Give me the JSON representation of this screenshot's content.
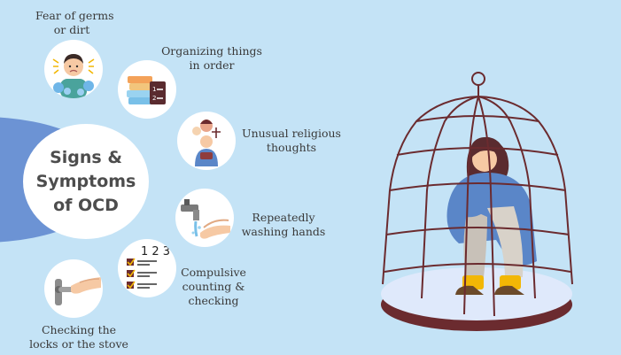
{
  "center": {
    "line1": "Signs &",
    "line2": "Symptoms",
    "line3": "of OCD"
  },
  "items": [
    {
      "icon": "germ-fear-icon",
      "line1": "Fear of germs",
      "line2": "or dirt"
    },
    {
      "icon": "stacked-books-icon",
      "line1": "Organizing things",
      "line2": "in order"
    },
    {
      "icon": "religious-icon",
      "line1": "Unusual  religious",
      "line2": "thoughts"
    },
    {
      "icon": "hand-washing-icon",
      "line1": "Repeatedly",
      "line2": "washing hands"
    },
    {
      "icon": "checklist-icon",
      "line1": "Compulsive",
      "line2": "counting &",
      "line3": "checking",
      "digits": "1 2 3"
    },
    {
      "icon": "door-handle-icon",
      "line1": "Checking the",
      "line2": "locks or the stove"
    }
  ],
  "colors": {
    "background": "#c4e3f6",
    "accent_arc": "#6c93d4",
    "cage": "#6b2b2f",
    "text": "#3a3a3a"
  }
}
